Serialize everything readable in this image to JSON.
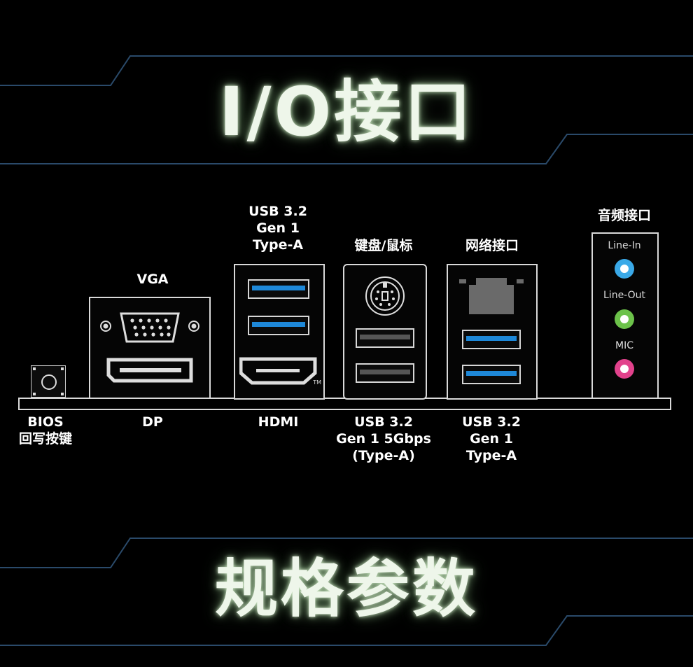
{
  "header": {
    "title": "I/O接口"
  },
  "footer": {
    "title": "规格参数"
  },
  "colors": {
    "accent_line": "#2a4a6a",
    "glow": "#eef6ea",
    "usb_blue": "#1e88d8",
    "line_in": "#3aa9e8",
    "line_out": "#6cc24a",
    "mic": "#e2428c"
  },
  "ports": {
    "bios": {
      "label": "BIOS\n回写按键"
    },
    "vga": {
      "label": "VGA"
    },
    "dp": {
      "label": "DP"
    },
    "usb_top": {
      "label": "USB 3.2\nGen 1\nType-A"
    },
    "hdmi": {
      "label": "HDMI",
      "tm": "TM"
    },
    "ps2": {
      "label": "键盘/鼠标"
    },
    "usb_5g": {
      "label": "USB 3.2\nGen 1 5Gbps\n(Type-A)"
    },
    "lan": {
      "label": "网络接口"
    },
    "usb_bottom": {
      "label": "USB 3.2\nGen 1\nType-A"
    },
    "audio": {
      "label": "音频接口",
      "jacks": [
        {
          "label": "Line-In"
        },
        {
          "label": "Line-Out"
        },
        {
          "label": "MIC"
        }
      ]
    }
  }
}
